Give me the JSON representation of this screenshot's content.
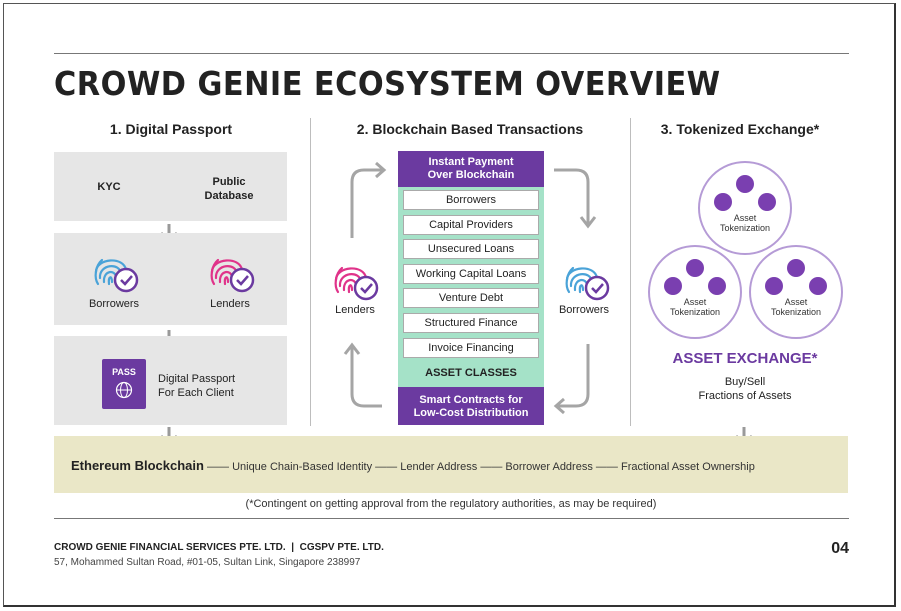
{
  "page": {
    "title": "CROWD GENIE ECOSYSTEM OVERVIEW",
    "page_number": "04"
  },
  "col1": {
    "heading": "1. Digital Passport",
    "kyc": "KYC",
    "public_database_line1": "Public",
    "public_database_line2": "Database",
    "borrowers": "Borrowers",
    "lenders": "Lenders",
    "pass_label": "PASS",
    "digital_passport_line1": "Digital Passport",
    "digital_passport_line2": "For Each Client"
  },
  "col2": {
    "heading": "2. Blockchain Based Transactions",
    "top_box_line1": "Instant Payment",
    "top_box_line2": "Over Blockchain",
    "items": [
      "Borrowers",
      "Capital Providers",
      "Unsecured  Loans",
      "Working Capital Loans",
      "Venture Debt",
      "Structured Finance",
      "Invoice Financing"
    ],
    "asset_classes": "ASSET CLASSES",
    "bottom_box_line1": "Smart Contracts for",
    "bottom_box_line2": "Low-Cost Distribution",
    "left_label": "Lenders",
    "right_label": "Borrowers"
  },
  "col3": {
    "heading": "3. Tokenized Exchange*",
    "circle_line1": "Asset",
    "circle_line2": "Tokenization",
    "exchange_title": "ASSET EXCHANGE*",
    "exchange_sub1": "Buy/Sell",
    "exchange_sub2": "Fractions of Assets"
  },
  "chain": {
    "label": "Ethereum Blockchain",
    "items": [
      "Unique Chain-Based Identity",
      "Lender Address",
      "Borrower Address",
      "Fractional Asset Ownership"
    ]
  },
  "footnote": "(*Contingent on getting approval from the regulatory authorities, as may be required)",
  "footer": {
    "company": "CROWD GENIE FINANCIAL SERVICES PTE. LTD.  |  CGSPV PTE. LTD.",
    "address": "57, Mohammed Sultan Road, #01-05, Sultan Link, Singapore 238997"
  },
  "colors": {
    "purple": "#6b3aa0",
    "mint": "#a5e2c8",
    "chain_band": "#eae7c7",
    "grey_box": "#e6e6e6"
  },
  "icons": [
    "fingerprint-icon",
    "check-badge-icon",
    "passport-icon",
    "arrow-icon"
  ]
}
